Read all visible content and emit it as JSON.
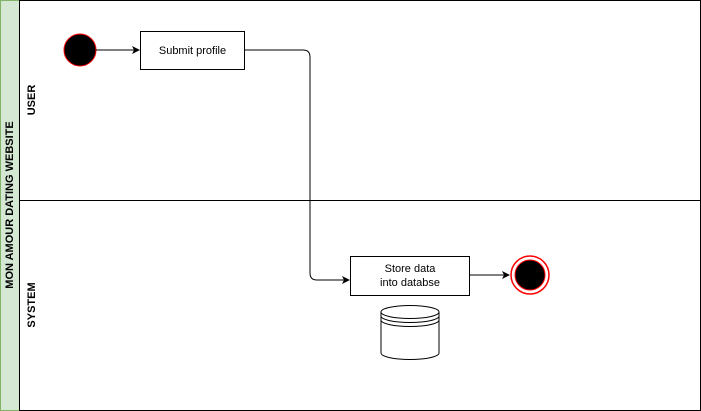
{
  "diagram": {
    "pool": {
      "title": "MON AMOUR DATING WEBSITE",
      "header_fill": "#d5e8d4",
      "header_stroke": "#82b366"
    },
    "lanes": [
      {
        "title": "USER"
      },
      {
        "title": "SYSTEM"
      }
    ],
    "tasks": {
      "submit_profile": {
        "lines": [
          "Submit profile"
        ]
      },
      "store_data": {
        "lines": [
          "Store data",
          "into databse"
        ]
      }
    },
    "events": {
      "start": {
        "fill": "#000000",
        "stroke": "#ff0000"
      },
      "end": {
        "fill": "#000000",
        "stroke": "#ff0000"
      }
    },
    "database_icon": "database-cylinder-icon"
  }
}
